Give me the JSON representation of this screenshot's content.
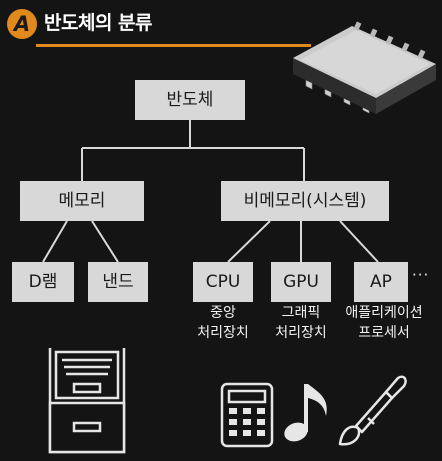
{
  "header": {
    "badge": "A",
    "title": "반도체의 분류"
  },
  "tree": {
    "root": "반도체",
    "memory": "메모리",
    "system": "비메모리(시스템)",
    "memory_children": [
      "D램",
      "낸드"
    ],
    "system_children": [
      "CPU",
      "GPU",
      "AP"
    ],
    "more": "···"
  },
  "descriptions": {
    "cpu": [
      "중앙",
      "처리장치"
    ],
    "gpu": [
      "그래픽",
      "처리장치"
    ],
    "ap": [
      "애플리케이션",
      "프로세서"
    ]
  },
  "icons": [
    "chip-icon",
    "file-cabinet-icon",
    "calculator-icon",
    "music-note-icon",
    "paintbrush-icon"
  ],
  "colors": {
    "background": "#141414",
    "accent": "#e08a1e",
    "node_fill": "#d8d8d8",
    "node_text": "#1a1a1a"
  }
}
